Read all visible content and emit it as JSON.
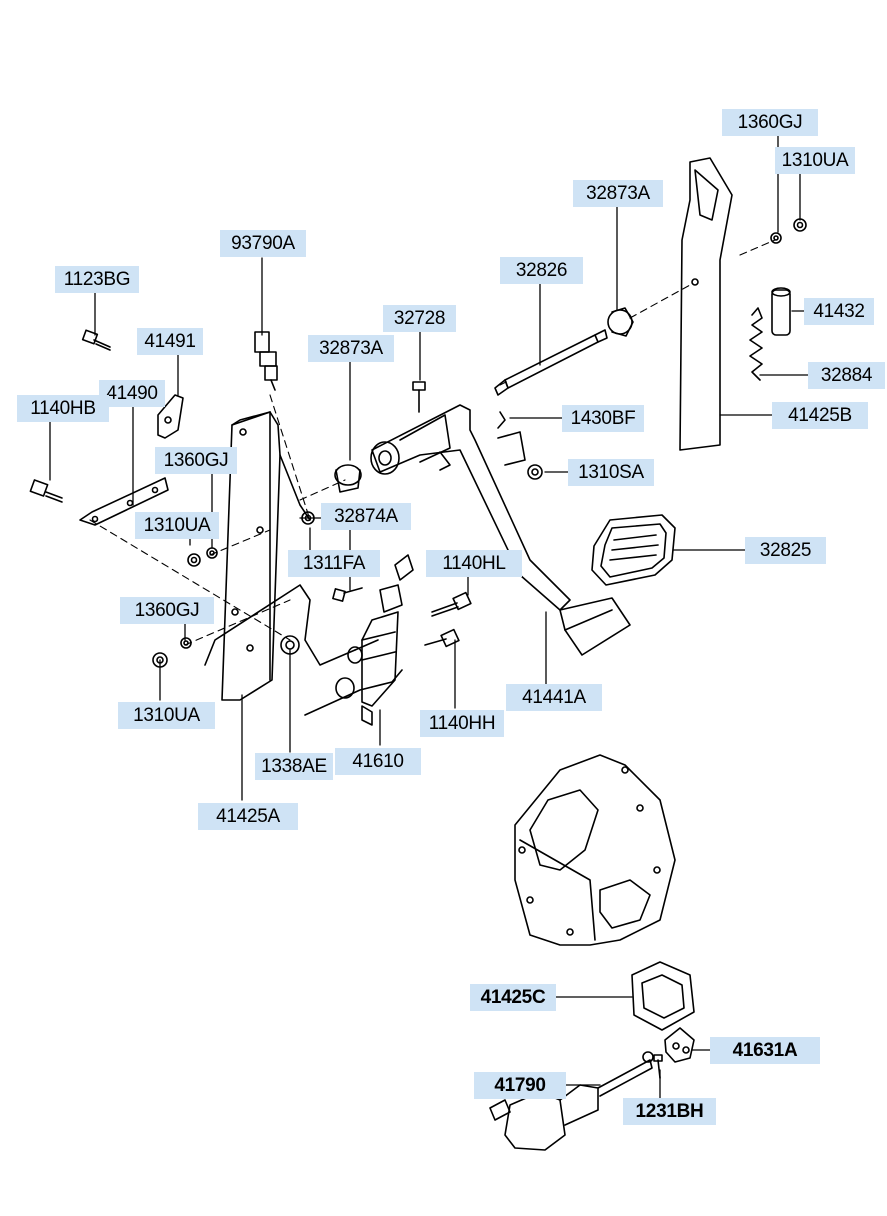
{
  "part_labels": [
    {
      "id": "93790A",
      "text": "93790A"
    },
    {
      "id": "1123BG",
      "text": "1123BG"
    },
    {
      "id": "41491",
      "text": "41491"
    },
    {
      "id": "41490",
      "text": "41490"
    },
    {
      "id": "1140HB",
      "text": "1140HB"
    },
    {
      "id": "1360GJ_a",
      "text": "1360GJ"
    },
    {
      "id": "1310UA_a",
      "text": "1310UA"
    },
    {
      "id": "1360GJ_b",
      "text": "1360GJ"
    },
    {
      "id": "1310UA_b",
      "text": "1310UA"
    },
    {
      "id": "32873A_a",
      "text": "32873A"
    },
    {
      "id": "32728",
      "text": "32728"
    },
    {
      "id": "32874A",
      "text": "32874A"
    },
    {
      "id": "1311FA",
      "text": "1311FA"
    },
    {
      "id": "1140HL",
      "text": "1140HL"
    },
    {
      "id": "1140HH",
      "text": "1140HH"
    },
    {
      "id": "1338AE",
      "text": "1338AE"
    },
    {
      "id": "41610",
      "text": "41610"
    },
    {
      "id": "41425A",
      "text": "41425A"
    },
    {
      "id": "32826",
      "text": "32826"
    },
    {
      "id": "32873A_b",
      "text": "32873A"
    },
    {
      "id": "1360GJ_c",
      "text": "1360GJ"
    },
    {
      "id": "1310UA_c",
      "text": "1310UA"
    },
    {
      "id": "41432",
      "text": "41432"
    },
    {
      "id": "32884",
      "text": "32884"
    },
    {
      "id": "41425B",
      "text": "41425B"
    },
    {
      "id": "1430BF",
      "text": "1430BF"
    },
    {
      "id": "1310SA",
      "text": "1310SA"
    },
    {
      "id": "32825",
      "text": "32825"
    },
    {
      "id": "41441A",
      "text": "41441A"
    },
    {
      "id": "41425C",
      "text": "41425C"
    },
    {
      "id": "41631A",
      "text": "41631A"
    },
    {
      "id": "41790",
      "text": "41790"
    },
    {
      "id": "1231BH",
      "text": "1231BH"
    }
  ],
  "colors": {
    "label_bg": "#cfe3f5",
    "line": "#000000"
  }
}
